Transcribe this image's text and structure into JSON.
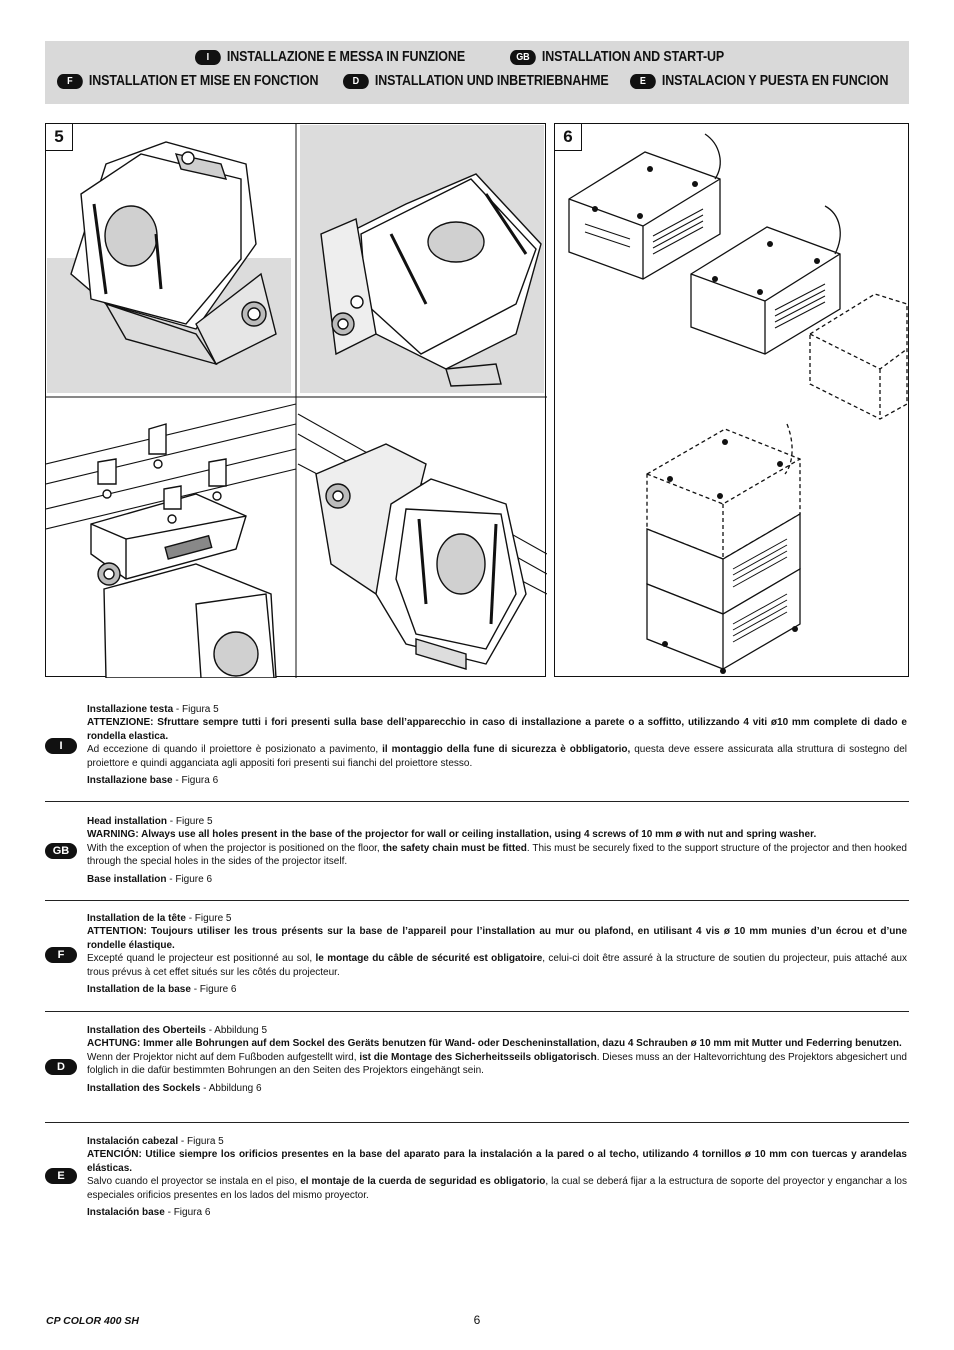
{
  "header": {
    "row1": [
      {
        "code": "I",
        "title": "INSTALLAZIONE E MESSA IN FUNZIONE"
      },
      {
        "code": "GB",
        "title": "INSTALLATION AND START-UP"
      }
    ],
    "row2": [
      {
        "code": "F",
        "title": "INSTALLATION ET MISE EN FONCTION"
      },
      {
        "code": "D",
        "title": "INSTALLATION UND INBETRIEBNAHME"
      },
      {
        "code": "E",
        "title": "INSTALACION Y PUESTA EN FUNCION"
      }
    ]
  },
  "figures": {
    "fig5": "5",
    "fig6": "6"
  },
  "sections": [
    {
      "code": "I",
      "head_bold": "Installazione testa",
      "head_rest": " - Figura 5",
      "warning": "ATTENZIONE: Sfruttare sempre tutti i fori presenti sulla base dell’apparecchio in caso di installazione a parete o a soffitto, utilizzando 4 viti ø10 mm complete di dado e rondella elastica.",
      "body_pre": "Ad eccezione di quando il proiettore è posizionato a pavimento, ",
      "body_bold": "il montaggio della fune di sicurezza è obbligatorio,",
      "body_post": " questa deve essere assicurata alla struttura di sostegno del proiettore e quindi agganciata agli appositi fori presenti sui fianchi del proiettore stesso.",
      "base_bold": "Installazione base",
      "base_rest": " - Figura 6"
    },
    {
      "code": "GB",
      "head_bold": "Head installation",
      "head_rest": " - Figure 5",
      "warning": "WARNING: Always use all holes present in the base of the projector for wall or ceiling installation, using 4 screws of 10 mm ø with nut and spring washer.",
      "body_pre": "With the exception of when the projector is positioned on the floor, ",
      "body_bold": "the safety chain must be fitted",
      "body_post": ". This must be securely fixed to the support structure of the projector and then hooked through the special holes in the sides of the projector itself.",
      "base_bold": "Base installation",
      "base_rest": " - Figure 6"
    },
    {
      "code": "F",
      "head_bold": "Installation de la tête",
      "head_rest": "  - Figure 5",
      "warning": "ATTENTION: Toujours utiliser les trous présents sur la base de l’appareil pour l’installation au mur ou plafond, en utilisant 4 vis ø 10 mm munies d’un écrou et d’une rondelle élastique.",
      "body_pre": "Excepté quand le projecteur est positionné au sol, ",
      "body_bold": "le montage du câble de sécurité est obligatoire",
      "body_post": ", celui-ci doit être assuré à la structure de soutien du projecteur, puis attaché aux trous prévus à cet effet situés sur les côtés du projecteur.",
      "base_bold": "Installation de la base",
      "base_rest": " - Figure 6"
    },
    {
      "code": "D",
      "head_bold": "Installation des Oberteils",
      "head_rest": " - Abbildung 5",
      "warning": "ACHTUNG: Immer alle Bohrungen auf dem Sockel des Geräts benutzen für Wand- oder Descheninstallation, dazu 4 Schrauben ø 10 mm mit Mutter und Federring benutzen.",
      "body_pre": "Wenn der Projektor nicht auf dem Fußboden aufgestellt wird, ",
      "body_bold": "ist die Montage des Sicherheitsseils obligatorisch",
      "body_post": ". Dieses muss an der Haltevorrichtung des Projektors abgesichert und folglich in die dafür bestimmten Bohrungen an den Seiten des Projektors eingehängt sein.",
      "base_bold": "Installation des Sockels",
      "base_rest": " - Abbildung 6"
    },
    {
      "code": "E",
      "head_bold": "Instalación cabezal",
      "head_rest": " - Figura 5",
      "warning": "ATENCIÓN: Utilice siempre los  orificios presentes en la base del aparato para la instalación a la pared o al techo, utilizando 4 tornillos ø 10 mm con tuercas y arandelas elásticas.",
      "body_pre": "Salvo cuando el proyector se instala en el piso, ",
      "body_bold": "el montaje de la cuerda de seguridad es obligatorio",
      "body_post": ", la cual se deberá fijar a la estructura de soporte del proyector y enganchar a los especiales orificios presentes en los lados del mismo proyector.",
      "base_bold": "Instalación base",
      "base_rest": " - Figura 6"
    }
  ],
  "footer": {
    "model": "CP COLOR 400 SH",
    "page": "6"
  }
}
